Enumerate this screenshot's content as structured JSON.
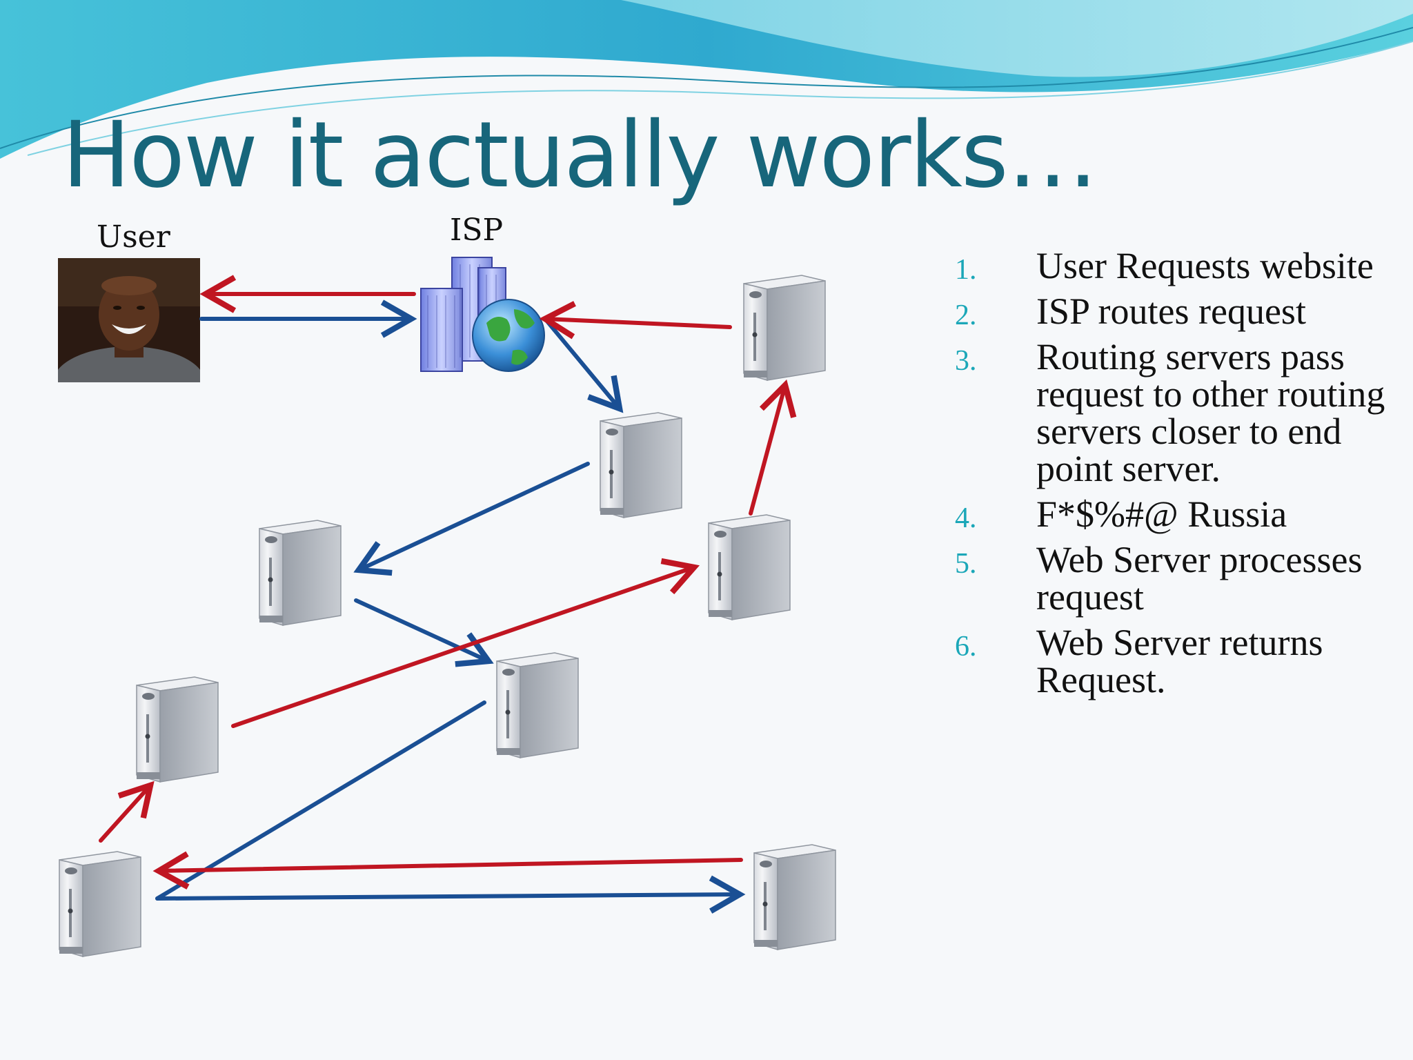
{
  "title": "How it actually works…",
  "labels": {
    "user": "User",
    "isp": "ISP"
  },
  "steps": [
    {
      "num": "1.",
      "text": "User Requests website"
    },
    {
      "num": "2.",
      "text": "ISP routes request"
    },
    {
      "num": "3.",
      "text": "Routing servers pass request to other routing servers closer to end point server."
    },
    {
      "num": "4.",
      "text": "F*$%#@ Russia"
    },
    {
      "num": "5.",
      "text": "Web Server processes request"
    },
    {
      "num": "6.",
      "text": "Web Server returns Request."
    }
  ],
  "colors": {
    "request_arrow": "#1a4f94",
    "response_arrow": "#c01622",
    "title": "#17667b",
    "number": "#1ba7b8"
  },
  "icons": {
    "user": "user-photo",
    "isp": "building-globe-icon",
    "server": "server-tower-icon"
  }
}
